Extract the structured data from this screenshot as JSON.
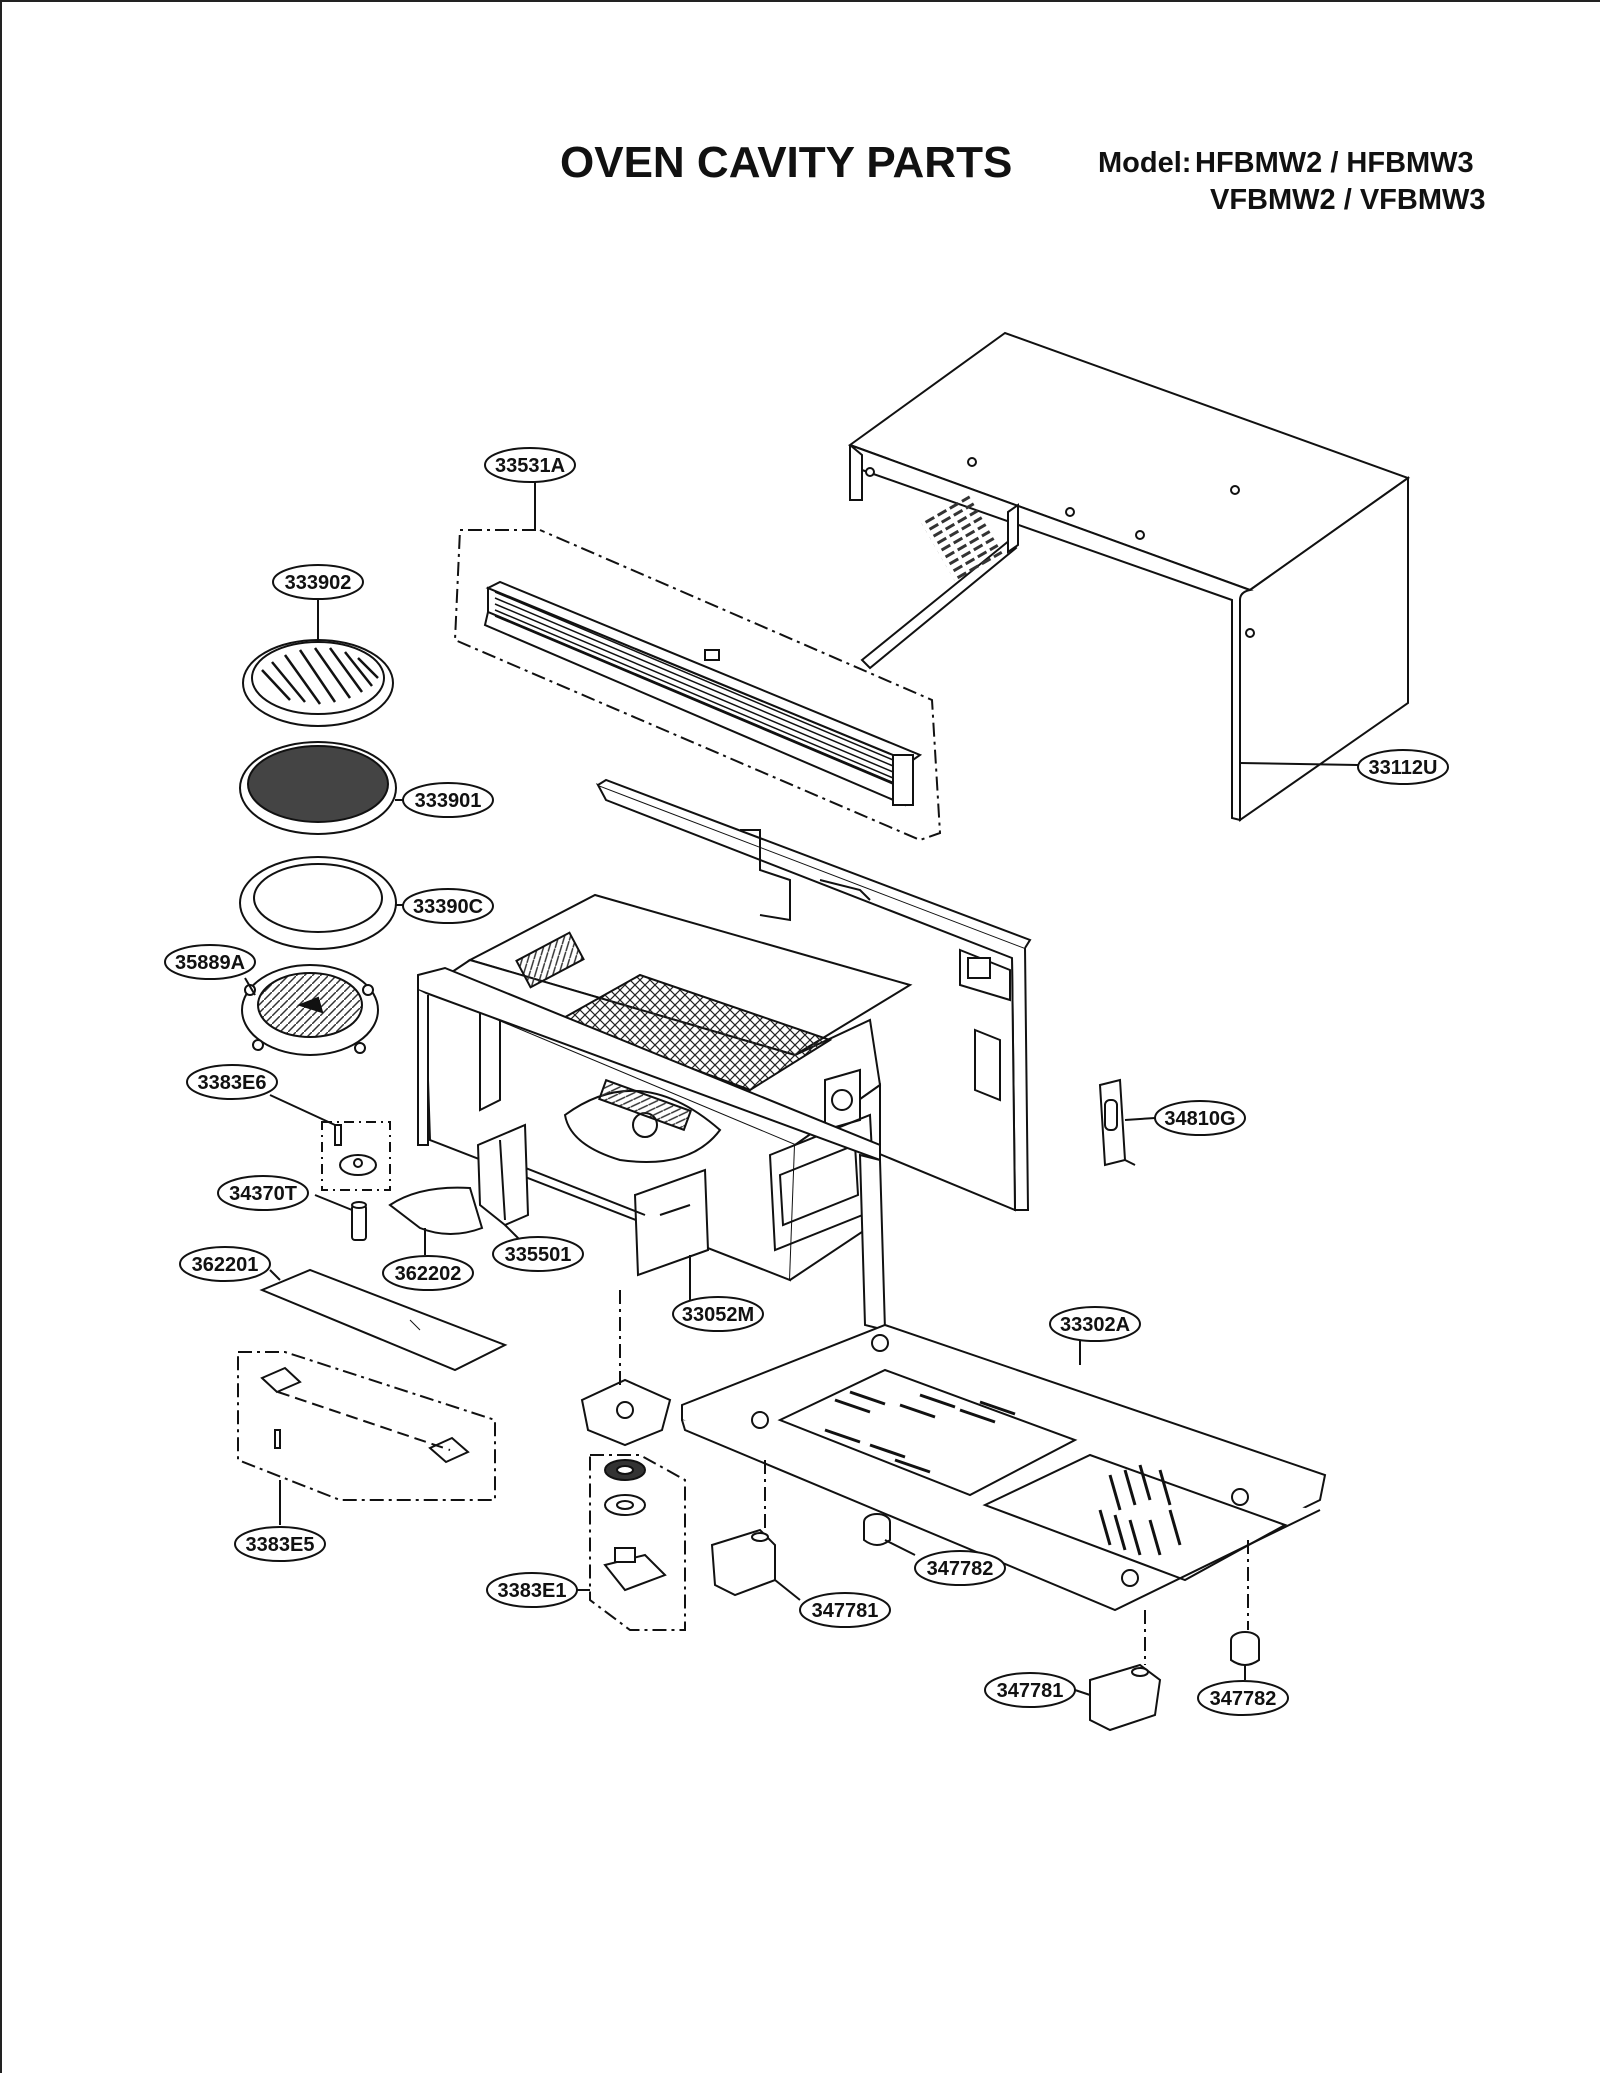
{
  "title": "OVEN CAVITY PARTS",
  "model_label": "Model:",
  "models": [
    "HFBMW2 / HFBMW3",
    "VFBMW2 / VFBMW3"
  ],
  "parts": {
    "p33531A": "33531A",
    "p333902": "333902",
    "p333901": "333901",
    "p33390C": "33390C",
    "p35889A": "35889A",
    "p3383E6": "3383E6",
    "p34370T": "34370T",
    "p362202": "362202",
    "p335501": "335501",
    "p362201": "362201",
    "p33052M": "33052M",
    "p33302A": "33302A",
    "p3383E5": "3383E5",
    "p3383E1": "3383E1",
    "p347782a": "347782",
    "p347781a": "347781",
    "p347781b": "347781",
    "p347782b": "347782",
    "p33112U": "33112U",
    "p34810G": "34810G"
  }
}
